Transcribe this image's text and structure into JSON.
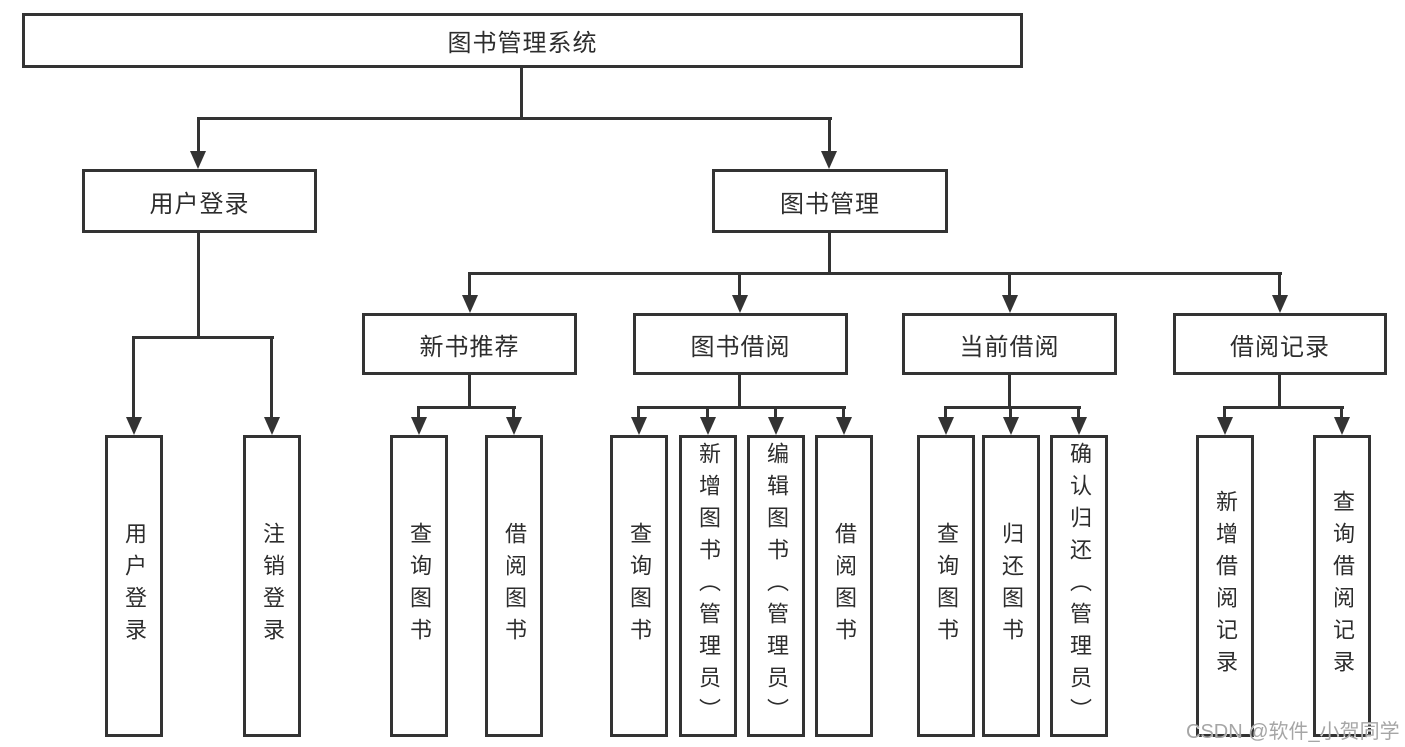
{
  "diagram_title": "图书管理系统",
  "tree": {
    "root": {
      "label": "图书管理系统"
    },
    "branches": [
      {
        "label": "用户登录",
        "children": [
          {
            "label": "用户登录"
          },
          {
            "label": "注销登录"
          }
        ]
      },
      {
        "label": "图书管理",
        "children": [
          {
            "label": "新书推荐",
            "children": [
              {
                "label": "查询图书"
              },
              {
                "label": "借阅图书"
              }
            ]
          },
          {
            "label": "图书借阅",
            "children": [
              {
                "label": "查询图书"
              },
              {
                "label": "新增图书（管理员）"
              },
              {
                "label": "编辑图书（管理员）"
              },
              {
                "label": "借阅图书"
              }
            ]
          },
          {
            "label": "当前借阅",
            "children": [
              {
                "label": "查询图书"
              },
              {
                "label": "归还图书"
              },
              {
                "label": "确认归还（管理员）"
              }
            ]
          },
          {
            "label": "借阅记录",
            "children": [
              {
                "label": "新增借阅记录"
              },
              {
                "label": "查询借阅记录"
              }
            ]
          }
        ]
      }
    ]
  },
  "watermark": {
    "text": "CSDN @软件_小贺同学"
  },
  "colors": {
    "line": "#333333",
    "text": "#2d2d2d",
    "box_background": "#ffffff",
    "page_background": "#ffffff",
    "watermark": "#a6a6a6"
  }
}
